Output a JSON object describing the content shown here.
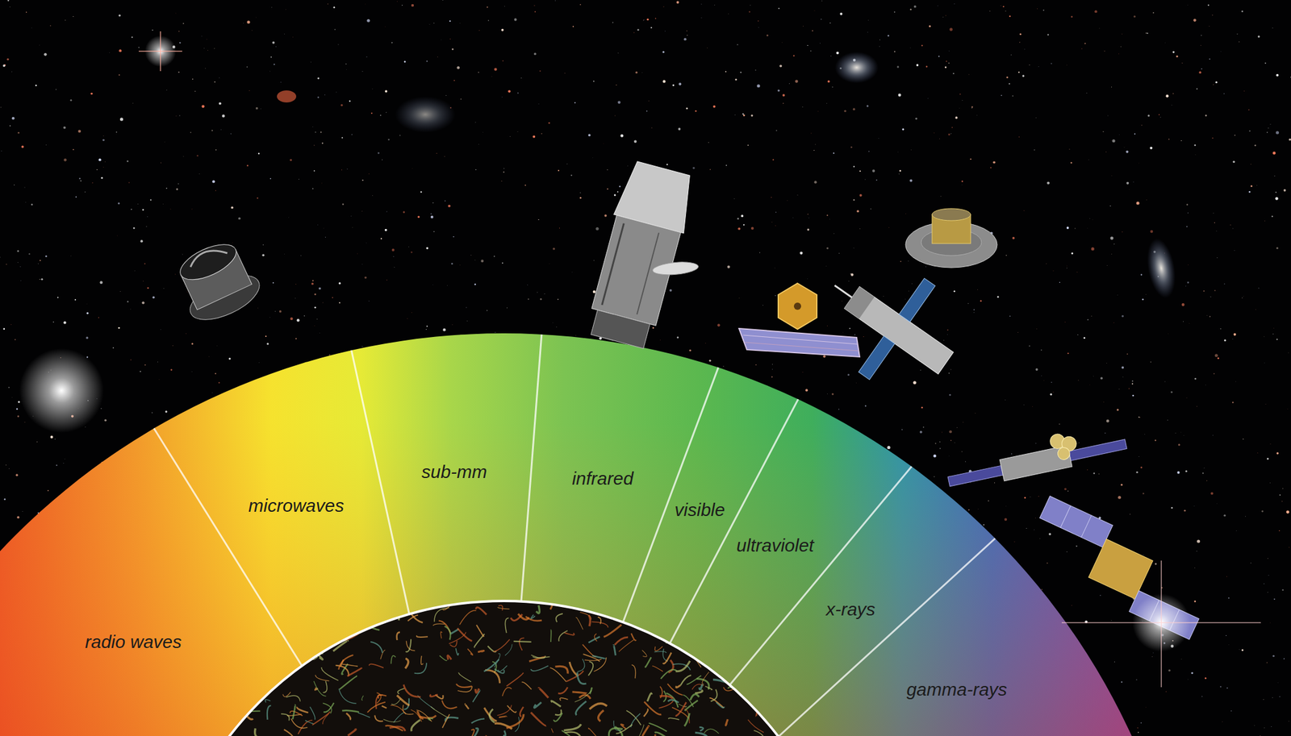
{
  "diagram": {
    "nodes": [
      {
        "text": [
          "radio waves"
        ]
      },
      {
        "text": [
          "microwaves"
        ]
      },
      {
        "text": [
          "sub-mm"
        ]
      },
      {
        "text": [
          "infrared"
        ]
      },
      {
        "text": [
          "visible"
        ]
      },
      {
        "text": [
          "ultraviolet"
        ]
      },
      {
        "text": [
          "x-rays"
        ]
      },
      {
        "text": [
          "gamma-rays"
        ]
      }
    ]
  }
}
